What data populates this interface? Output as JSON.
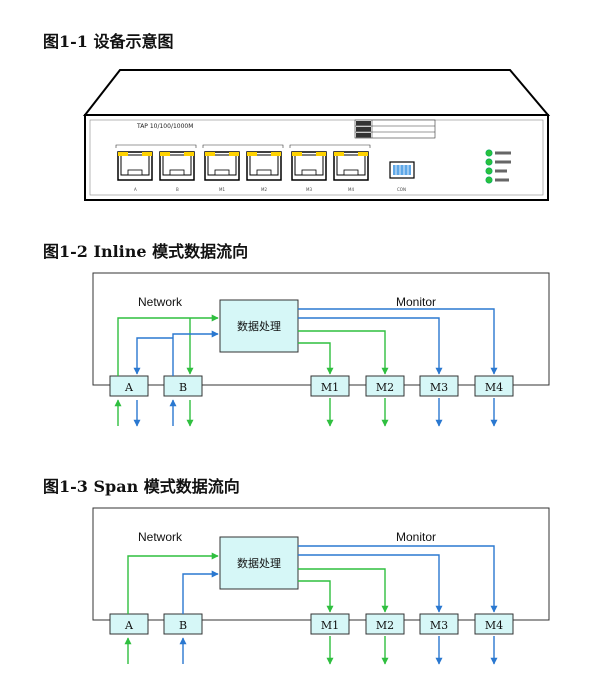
{
  "figures": {
    "fig1": {
      "caption": "图1-1  设备示意图"
    },
    "fig2": {
      "caption": "图1-2  Inline 模式数据流向"
    },
    "fig3": {
      "caption": "图1-3  Span 模式数据流向"
    }
  },
  "device": {
    "model_text": "TAP    10/100/1000M",
    "ports": [
      "A",
      "B",
      "M1",
      "M2",
      "M3",
      "M4"
    ],
    "console_label": "CON"
  },
  "flow": {
    "network_label": "Network",
    "monitor_label": "Monitor",
    "processing_label": "数据处理",
    "ports": [
      "A",
      "B",
      "M1",
      "M2",
      "M3",
      "M4"
    ]
  },
  "colors": {
    "green": "#2fbf3f",
    "blue": "#2a78d0",
    "box_fill": "#d6f7f7",
    "port_fill": "#d6f7f7"
  }
}
